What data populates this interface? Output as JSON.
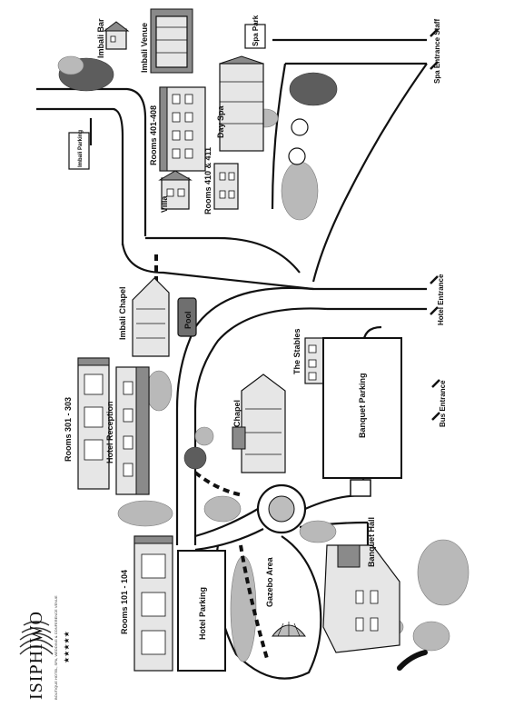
{
  "brand": {
    "name": "ISIPHIWO",
    "tagline": "BOUTIQUE HOTEL, SPA, WEDDING & CONFERENCE VENUE",
    "stars": "★★★★★"
  },
  "labels": {
    "imbali_bar": "Imbali Bar",
    "imbali_venue": "Imbali Venue",
    "spa_park": "Spa Park",
    "spa_entrance_staff": "Spa Entrance Staff",
    "imbali_parking": "Imbali Parking",
    "rooms_401_408": "Rooms 401-408",
    "day_spa": "Day Spa",
    "villa": "Villa",
    "rooms_410_411": "Rooms 410 & 411",
    "imbali_chapel": "Imbali Chapel",
    "pool": "Pool",
    "hotel_entrance": "Hotel Entrance",
    "rooms_301_303": "Rooms 301 - 303",
    "hotel_reception": "Hotel Reception",
    "the_stables": "The Stables",
    "chapel": "Chapel",
    "banquet_parking": "Banquet Parking",
    "bus_entrance": "Bus Entrance",
    "rooms_101_104": "Rooms 101 - 104",
    "hotel_parking": "Hotel Parking",
    "gazebo_area": "Gazebo Area",
    "banquet_hall": "Banquet Hall"
  },
  "icons": [
    "entrance-marker-icon",
    "tree-cluster-icon",
    "building-icon",
    "logo-fan-icon"
  ]
}
